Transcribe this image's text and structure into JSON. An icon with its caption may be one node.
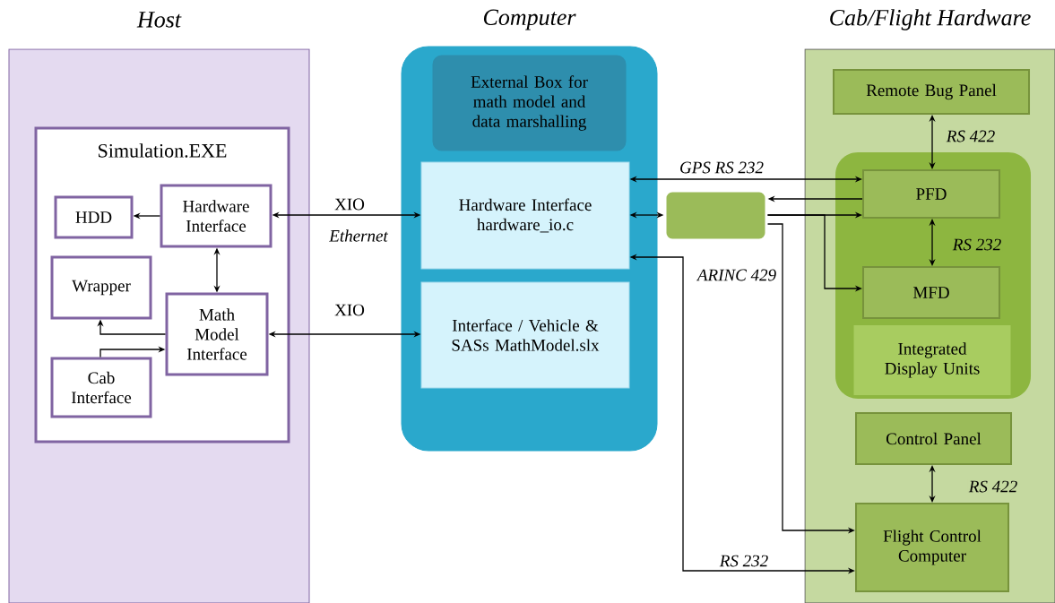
{
  "diagram": {
    "nodes": [
      {
        "text": [
          "Host"
        ]
      },
      {
        "text": [
          "Simulation.EXE"
        ],
        "in": 0
      },
      {
        "text": [
          "HDD"
        ],
        "in": 1
      },
      {
        "text": [
          "Hardware Interface"
        ],
        "in": 1
      },
      {
        "text": [
          "Wrapper"
        ],
        "in": 1
      },
      {
        "text": [
          "Math Model Interface"
        ],
        "in": 1
      },
      {
        "text": [
          "Cab Interface"
        ],
        "in": 1
      },
      {
        "text": [
          "Computer"
        ]
      },
      {
        "text": [
          "External Box for math model and data marshalling"
        ],
        "in": 7
      },
      {
        "text": [
          "Hardware Interface hardware_io.c"
        ],
        "in": 7
      },
      {
        "text": [
          "Interface / Vehicle & SASs MathModel.slx"
        ],
        "in": 7
      },
      {
        "text": [],
        "shape": "box"
      },
      {
        "text": [
          "Cab/Flight Hardware"
        ]
      },
      {
        "text": [
          "Remote Bug Panel"
        ],
        "in": 12
      },
      {
        "text": [
          "Integrated Display Units"
        ],
        "in": 12
      },
      {
        "text": [
          "PFD"
        ],
        "in": 14
      },
      {
        "text": [
          "MFD"
        ],
        "in": 14
      },
      {
        "text": [
          "Control Panel"
        ],
        "in": 12
      },
      {
        "text": [
          "Flight Control Computer"
        ],
        "in": 12
      }
    ],
    "edges": [
      {
        "from": 9,
        "to": 3,
        "arrow": "both",
        "label": "XIO"
      },
      {
        "from": 3,
        "to": 2,
        "arrow": "to"
      },
      {
        "from": 3,
        "to": 5,
        "arrow": "both"
      },
      {
        "from": 5,
        "to": 4,
        "arrow": "to"
      },
      {
        "from": 6,
        "to": 5,
        "arrow": "to"
      },
      {
        "from": 10,
        "to": 5,
        "arrow": "both",
        "label": "XIO"
      },
      {
        "from": 9,
        "to": 15,
        "arrow": "both",
        "label": "GPS RS 232"
      },
      {
        "from": 9,
        "to": 11,
        "arrow": "both"
      },
      {
        "from": 15,
        "to": 11,
        "arrow": "to"
      },
      {
        "from": 11,
        "to": 15,
        "arrow": "to"
      },
      {
        "from": 11,
        "to": 16,
        "arrow": "to"
      },
      {
        "from": 11,
        "to": 18,
        "arrow": "to",
        "label": "ARINC 429"
      },
      {
        "from": 18,
        "to": 9,
        "arrow": "both",
        "label": "RS 232"
      },
      {
        "from": 13,
        "to": 15,
        "arrow": "both",
        "label": "RS 422"
      },
      {
        "from": 15,
        "to": 16,
        "arrow": "both",
        "label": "RS 232"
      },
      {
        "from": 17,
        "to": 18,
        "arrow": "both",
        "label": "RS 422"
      }
    ],
    "labels": [
      "Ethernet"
    ]
  }
}
